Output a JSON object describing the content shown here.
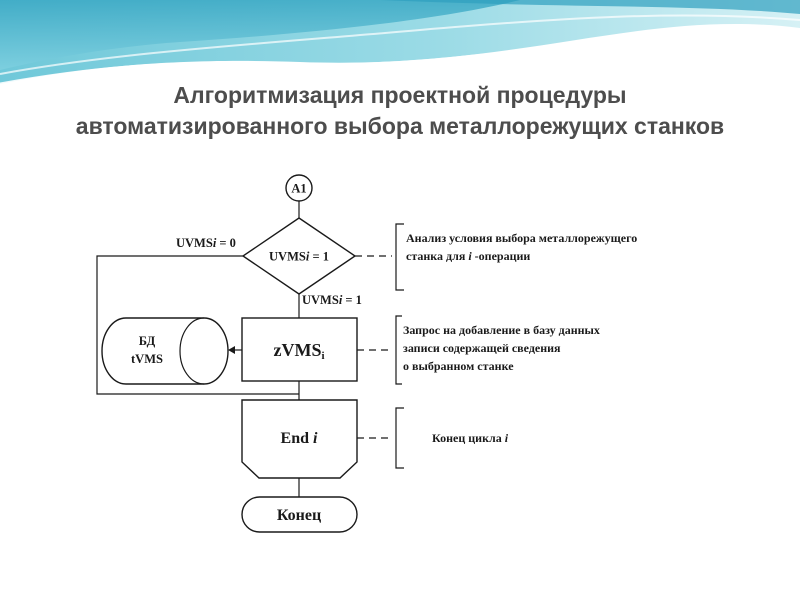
{
  "slide": {
    "title_line1": "Алгоритмизация проектной процедуры",
    "title_line2": "автоматизированного выбора металлорежущих станков"
  },
  "flowchart": {
    "connector": {
      "label": "A1"
    },
    "decision": {
      "label_main": "UVMS",
      "label_index": "i",
      "label_tail": " = 1",
      "no_branch": {
        "main": "UVMS",
        "index": "i",
        "tail": " = 0"
      },
      "yes_branch": {
        "main": "UVMS",
        "index": "i",
        "tail": " = 1"
      }
    },
    "database": {
      "line1": "БД",
      "line2": "tVMS"
    },
    "process": {
      "main": "zVMS",
      "subscript": "i"
    },
    "loop_end": {
      "main": "End ",
      "index": "i"
    },
    "terminator": {
      "label": "Конец"
    },
    "annotations": {
      "decision": {
        "line1": "Анализ условия выбора металлорежущего",
        "line2_start": "станка для ",
        "line2_index": "i",
        "line2_end": " -операции"
      },
      "process": {
        "line1": "Запрос на добавление в базу данных",
        "line2": "записи содержащей сведения",
        "line3": "о выбранном станке"
      },
      "loop_end": {
        "text_start": "Конец цикла ",
        "text_index": "i"
      }
    }
  }
}
